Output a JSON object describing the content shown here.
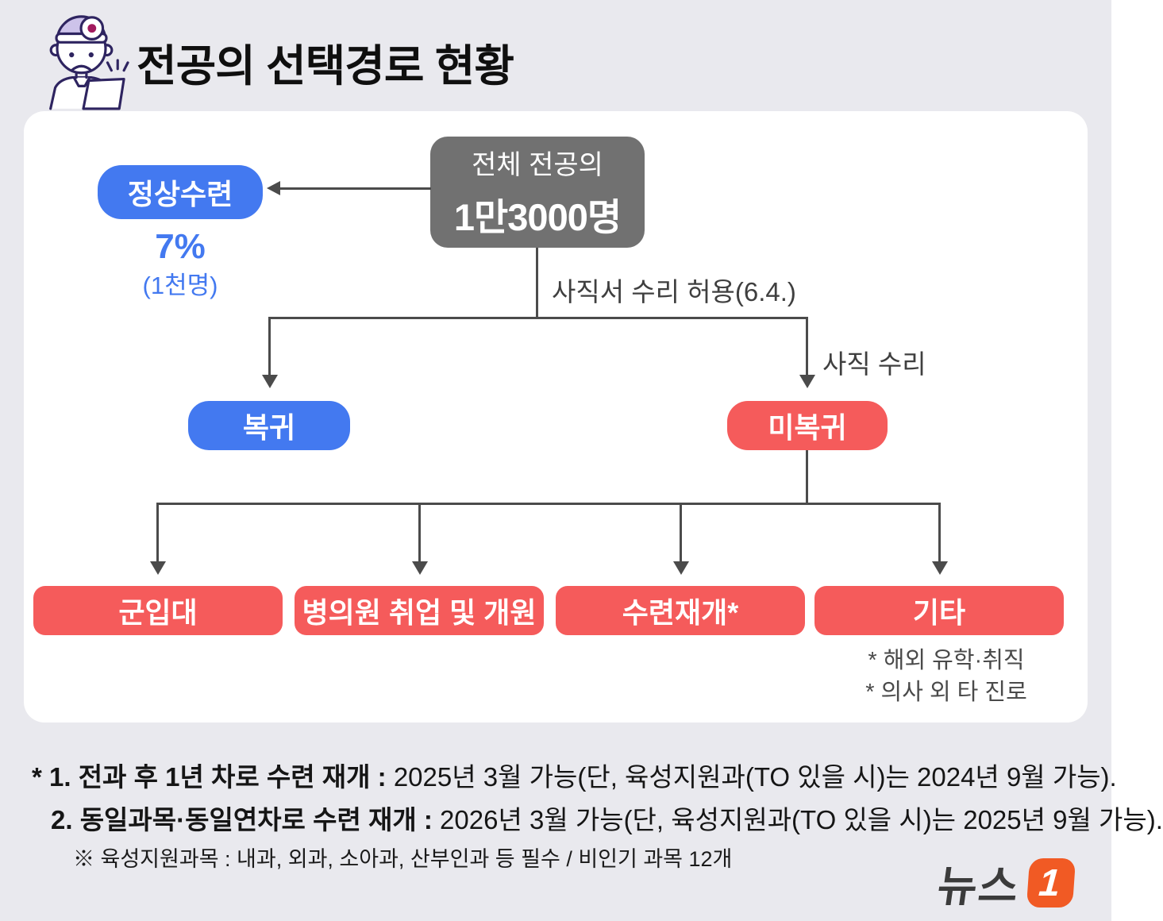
{
  "header": {
    "title": "전공의 선택경로 현황"
  },
  "flowchart": {
    "total_box": {
      "line1": "전체 전공의",
      "line2": "1만3000명"
    },
    "normal_training": {
      "label": "정상수련",
      "percent": "7%",
      "count": "(1천명)"
    },
    "labels": {
      "resignation_allowed": "사직서 수리 허용(6.4.)",
      "resignation_accepted": "사직 수리"
    },
    "return_box": {
      "label": "복귀"
    },
    "no_return_box": {
      "label": "미복귀"
    },
    "outcomes": [
      {
        "label": "군입대"
      },
      {
        "label": "병의원 취업 및 개원"
      },
      {
        "label": "수련재개*"
      },
      {
        "label": "기타"
      }
    ],
    "etc_footnotes": [
      "* 해외 유학·취직",
      "* 의사 외 타 진로"
    ]
  },
  "notes": {
    "line1_lead": "* 1. 전과 후 1년 차로 수련 재개 :",
    "line1_rest": " 2025년 3월 가능(단, 육성지원과(TO 있을 시)는 2024년 9월 가능).",
    "line2_lead": "2. 동일과목·동일연차로 수련 재개 :",
    "line2_rest": " 2026년 3월 가능(단, 육성지원과(TO 있을 시)는 2025년 9월 가능).",
    "line3": "※ 육성지원과목 : 내과, 외과, 소아과, 산부인과 등 필수 / 비인기 과목 12개"
  },
  "logo": {
    "text": "뉴스",
    "badge": "1"
  },
  "colors": {
    "bg": "#e9e9ee",
    "panel": "#ffffff",
    "gray": "#717171",
    "blue": "#4379f0",
    "red": "#f55b5b",
    "line": "#4b4b4b",
    "orange": "#f15a24"
  }
}
